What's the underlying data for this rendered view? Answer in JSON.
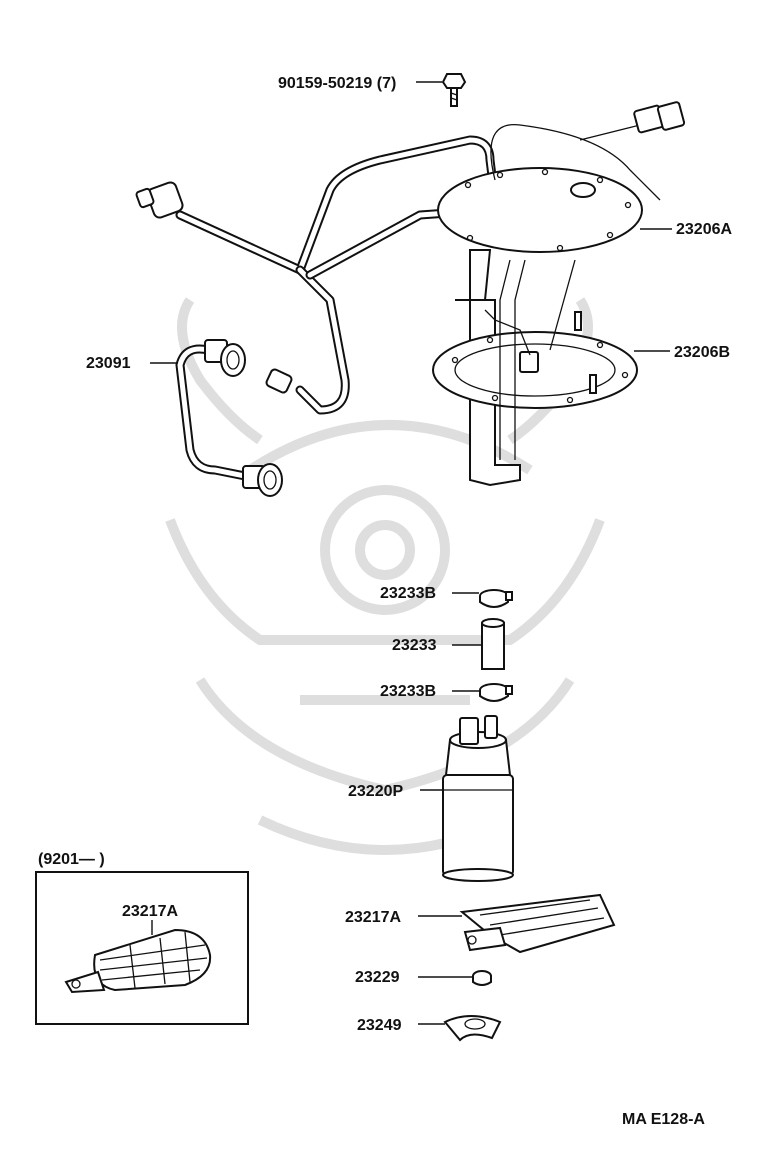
{
  "diagram": {
    "labels": {
      "bolt": "90159-50219 (7)",
      "gauge_upper": "23206A",
      "gauge_lower": "23206B",
      "hose": "23091",
      "clamp_top": "23233B",
      "tube": "23233",
      "clamp_bottom": "23233B",
      "pump": "23220P",
      "filter": "23217A",
      "cushion": "23229",
      "bracket": "23249"
    },
    "inset": {
      "header": "(9201—        )",
      "part_label": "23217A"
    },
    "footer_code": "MA E128-A"
  }
}
